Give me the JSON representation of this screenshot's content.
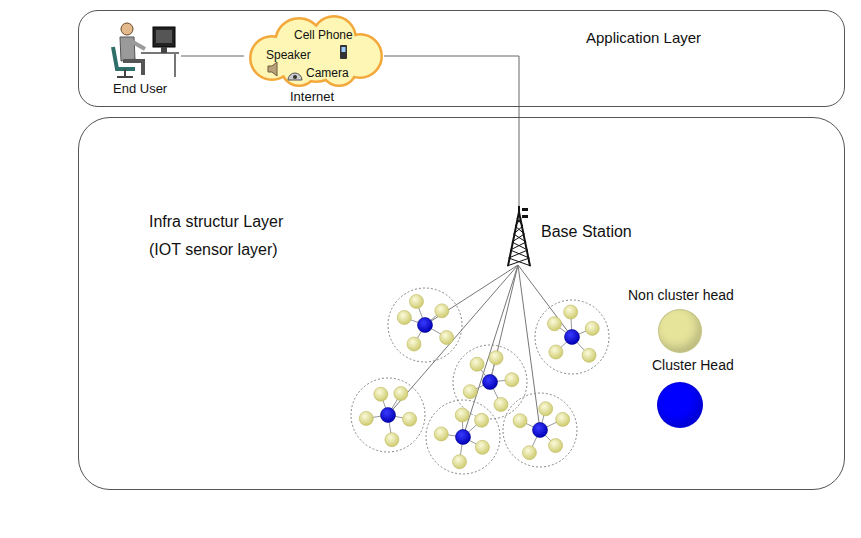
{
  "diagram": {
    "nodes": [
      {
        "text": [
          "Application Layer"
        ]
      },
      {
        "text": [
          "End User"
        ],
        "in": 0
      },
      {
        "text": [
          "Speaker",
          "Cell Phone",
          "Camera",
          "Internet"
        ],
        "in": 0
      },
      {
        "text": [
          "Infra structur Layer (IOT sensor layer)"
        ]
      },
      {
        "text": [
          "Base Station"
        ],
        "in": 3
      }
    ],
    "edges": [
      {
        "from": 1,
        "to": 2,
        "arrow": "none"
      },
      {
        "from": 2,
        "to": 4,
        "arrow": "none"
      }
    ],
    "legend": [
      {
        "text": "Non cluster head",
        "color": "#e6e49b"
      },
      {
        "text": "Cluster Head",
        "color": "#0000ff"
      }
    ]
  }
}
